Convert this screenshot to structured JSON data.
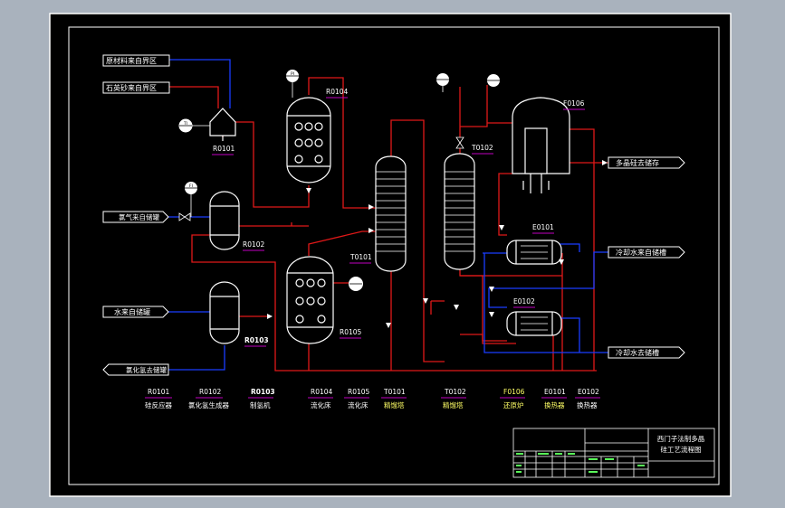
{
  "colors": {
    "background": "#000000",
    "frame": "#ffffff",
    "pipe_red": "#e01818",
    "pipe_blue": "#1a3cff",
    "label_white": "#ffffff",
    "underline_magenta": "#c000c0",
    "label_yellow": "#ffff66"
  },
  "inlets": {
    "raw_material_1": "原材料来自界区",
    "raw_material_2": "石英砂来自界区",
    "gas_inlet": "氯气来自储罐",
    "water_inlet": "水来自储罐",
    "gas_outlet": "氯化氢去储罐"
  },
  "outlets": {
    "product": "多晶硅去储存",
    "cooling_in": "冷却水来自储槽",
    "cooling_out": "冷却水去储槽"
  },
  "equipment_tags": {
    "R0101": "R0101",
    "R0102": "R0102",
    "R0103": "R0103",
    "R0104": "R0104",
    "R0105": "R0105",
    "T0101": "T0101",
    "T0102": "T0102",
    "F0106": "F0106",
    "E0101": "E0101",
    "E0102": "E0102"
  },
  "instruments": {
    "ti": "TI",
    "pi": "PI",
    "fi": "FI"
  },
  "legend": [
    {
      "tag": "R0101",
      "name": "硅反应器"
    },
    {
      "tag": "R0102",
      "name": "氯化氢生成器"
    },
    {
      "tag": "R0103",
      "name": "制氢机"
    },
    {
      "tag": "R0104",
      "name": "流化床"
    },
    {
      "tag": "R0105",
      "name": "流化床"
    },
    {
      "tag": "T0101",
      "name": "精馏塔"
    },
    {
      "tag": "T0102",
      "name": "精馏塔"
    },
    {
      "tag": "F0106",
      "name": "还原炉"
    },
    {
      "tag": "E0101",
      "name": "换热器"
    },
    {
      "tag": "E0102",
      "name": "换热器"
    }
  ],
  "title_block": {
    "title_line1": "西门子法制多晶",
    "title_line2": "硅工艺流程图"
  }
}
